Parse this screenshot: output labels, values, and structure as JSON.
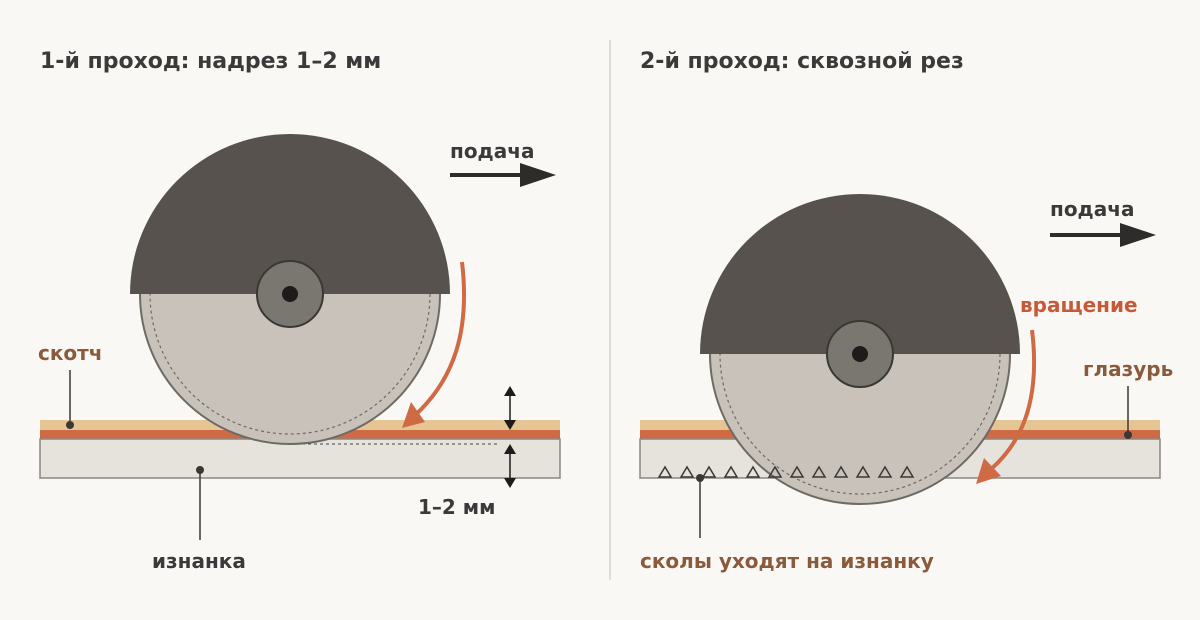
{
  "colors": {
    "background": "#FAF8F4",
    "blade_dark": "#5A5550",
    "blade_light": "#C8C2BA",
    "hub": "#7A7770",
    "tile_body": "#E6E2DC",
    "glaze": "#CF6A45",
    "tape": "#E6C595",
    "arrow": "#CF6A45",
    "text_dark": "#3A3A3A",
    "text_accent": "#8A5A3C",
    "divider": "#E0DCD6"
  },
  "left": {
    "title": "1-й проход: надрез 1–2 мм",
    "feed_label": "подача",
    "tape_label": "скотч",
    "back_label": "изнанка",
    "depth_label": "1–2 мм"
  },
  "right": {
    "title": "2-й проход: сквозной рез",
    "feed_label": "подача",
    "rotation_label": "вращение",
    "glaze_label": "глазурь",
    "chips_label": "сколы уходят на изнанку"
  }
}
